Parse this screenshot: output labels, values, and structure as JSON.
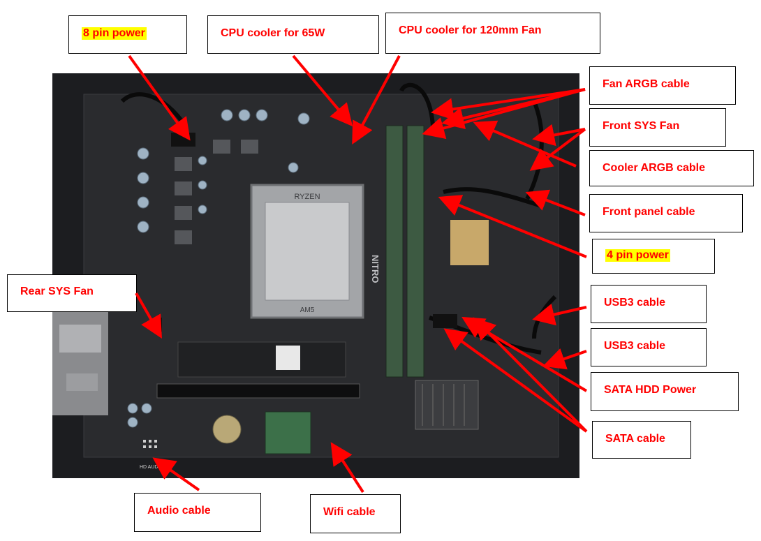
{
  "colors": {
    "label_text": "#ff0000",
    "highlight": "#ffff00",
    "arrow": "#ff0000",
    "board": "#2a2b2e"
  },
  "labels": {
    "pin8_power": "8 pin power",
    "cpu_cooler_65w": "CPU cooler for 65W",
    "cpu_cooler_120": "CPU cooler for 120mm Fan",
    "fan_argb": "Fan ARGB cable",
    "front_sys_fan": "Front SYS Fan",
    "cooler_argb": "Cooler ARGB cable",
    "front_panel": "Front panel cable",
    "pin4_power": "4 pin power",
    "rear_sys_fan": "Rear SYS Fan",
    "usb3_a": "USB3 cable",
    "usb3_b": "USB3 cable",
    "sata_hdd_power": "SATA HDD Power",
    "sata_cable": "SATA cable",
    "audio_cable": "Audio cable",
    "wifi_cable": "Wifi cable"
  },
  "board_text": {
    "cpu_brand": "RYZEN",
    "socket": "AM5",
    "board_brand": "NITRO",
    "hd_audio": "HD AUDIO"
  }
}
